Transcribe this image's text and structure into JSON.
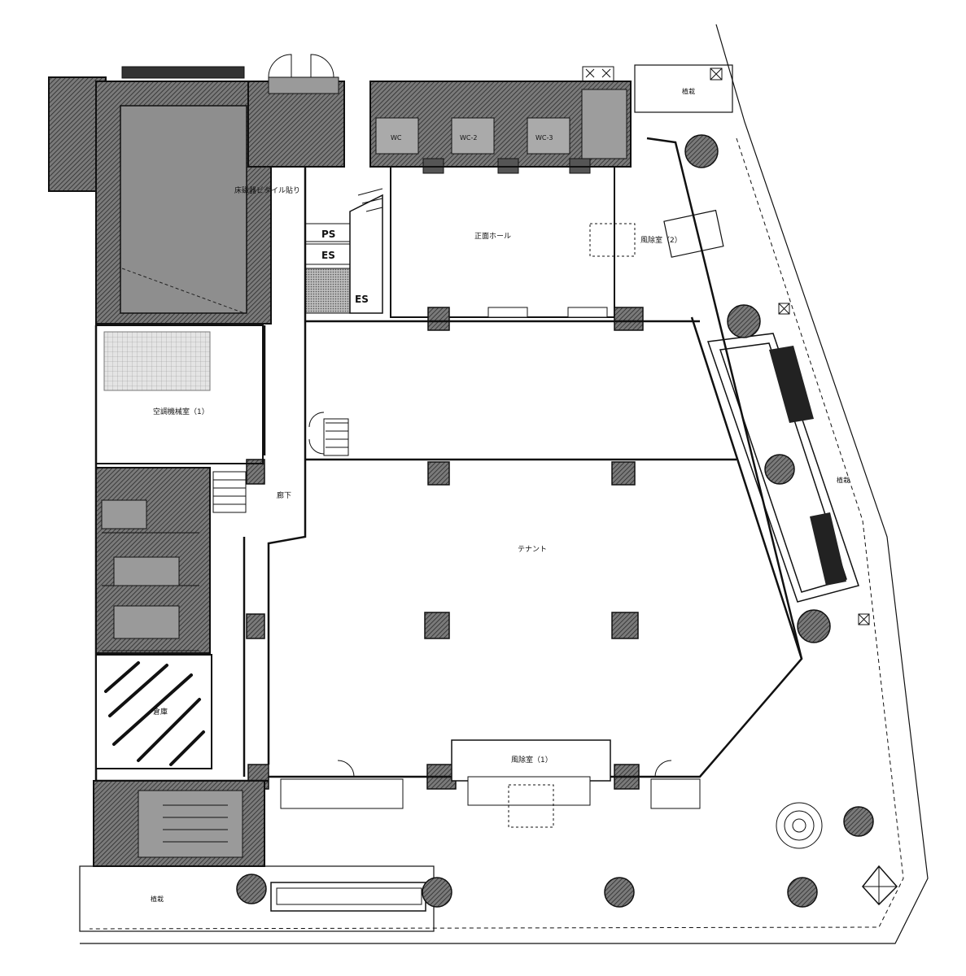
{
  "labels": {
    "tile_note": "床磁器ビタイル貼り",
    "atrium_hall": "正面ホール",
    "mech_room_1": "空調機械室（1）",
    "corridor": "廊下",
    "tenant": "テナント",
    "storage": "倉庫",
    "entrance_1": "風除室（1）",
    "entrance_2": "風除室（2）",
    "ps": "PS",
    "es_upper": "ES",
    "es_lower": "ES",
    "wc1": "WC",
    "wc2": "WC-2",
    "wc3": "WC-3",
    "garden_right": "植栽",
    "garden_bottom": "植栽",
    "planting_top": "植栽"
  },
  "colors": {
    "line": "#111111",
    "hatch": "#3a3a3a",
    "background": "#ffffff"
  }
}
